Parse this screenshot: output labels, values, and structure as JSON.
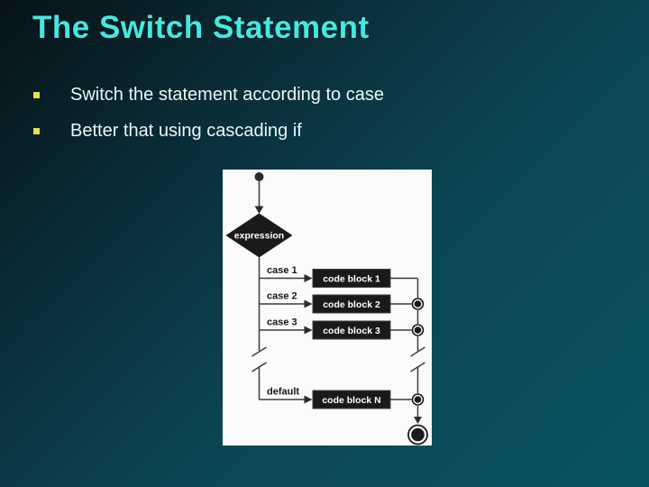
{
  "slide": {
    "title": "The Switch Statement",
    "bullets": [
      "Switch the statement according to case",
      "Better that using cascading if"
    ]
  },
  "diagram": {
    "decision_label": "expression",
    "branches": [
      {
        "label": "case 1",
        "block": "code block 1"
      },
      {
        "label": "case 2",
        "block": "code block 2"
      },
      {
        "label": "case 3",
        "block": "code block 3"
      },
      {
        "label": "default",
        "block": "code block N"
      }
    ]
  },
  "colors": {
    "title_text": "#45e8e0",
    "bullet_text": "#e9f8f8",
    "bullet_marker": "#e3e34a",
    "background_dark": "#071318",
    "background_teal": "#0a5462",
    "panel_background": "#fbfbfb",
    "shape_fill": "#1a1a1a",
    "connector_line": "#3a3a3a"
  }
}
